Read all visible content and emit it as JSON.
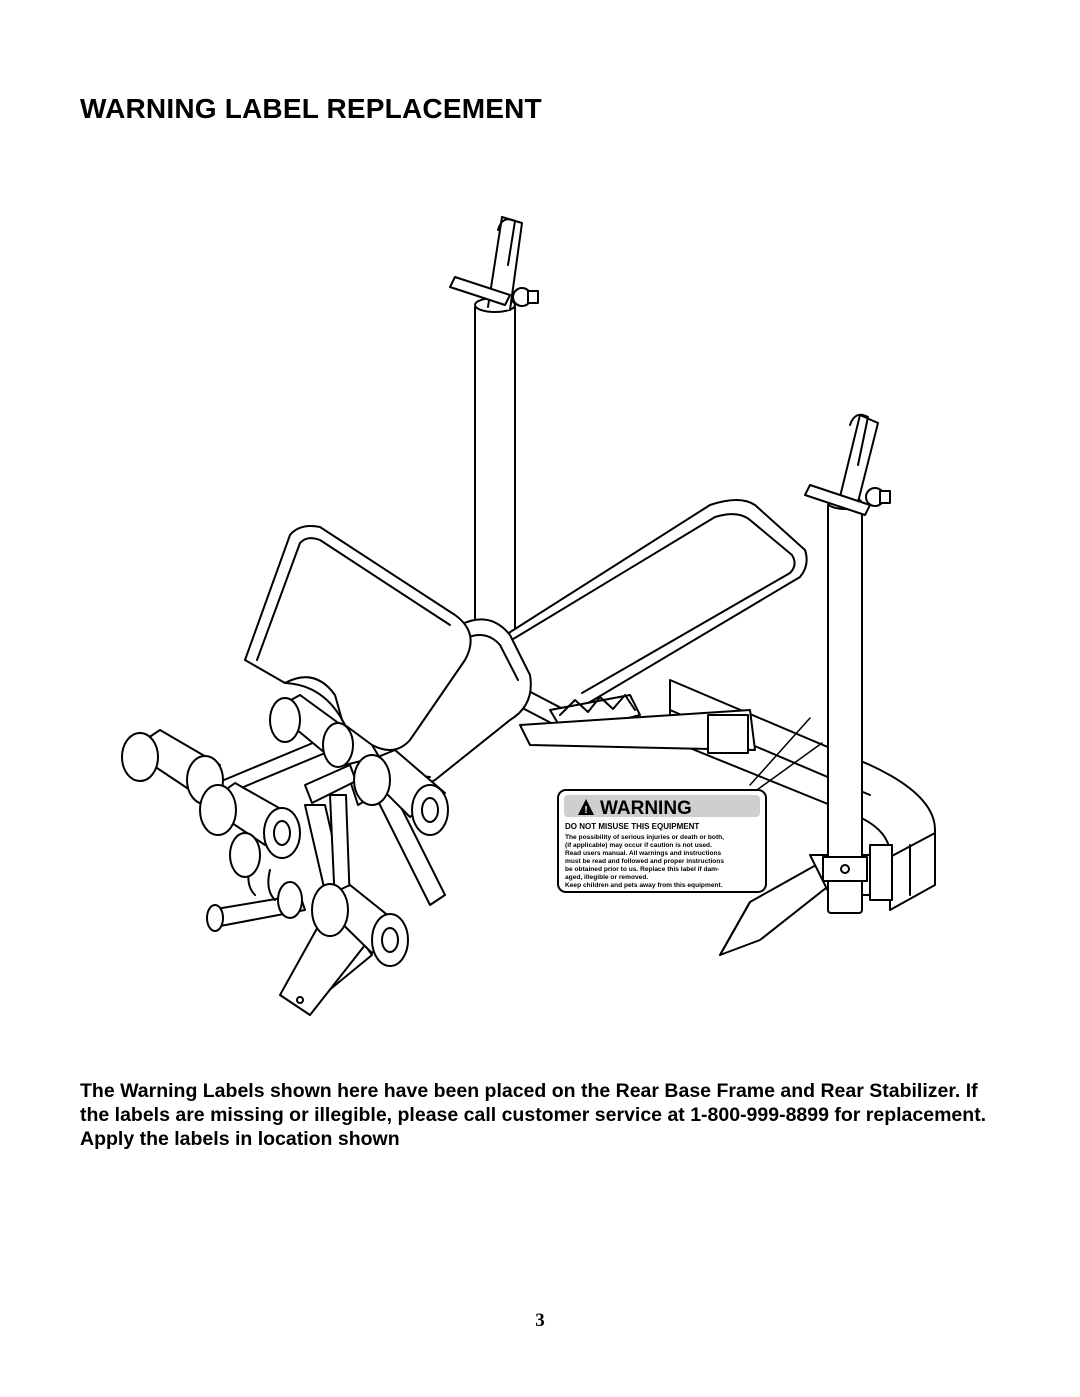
{
  "page": {
    "title": "WARNING LABEL REPLACEMENT",
    "body_text": "The Warning Labels shown here have been placed on the Rear Base Frame and Rear Stabilizer. If the labels are missing or illegible, please call customer service at 1-800-999-8899 for replacement. Apply the labels in location shown",
    "page_number": "3"
  },
  "figure": {
    "subject": "weight bench",
    "warning_label": {
      "heading": "WARNING",
      "subheading": "DO NOT MISUSE THIS EQUIPMENT",
      "lines": [
        "The possibility of serious injuries or death or both,",
        "(if applicable) may occur if caution is not used.",
        "Read users manual. All warnings and instructions",
        "must be read and followed and proper instructions",
        "be obtained prior to us. Replace this label if dam-",
        "aged, illegible or removed.",
        "Keep children and pets away from this equipment."
      ]
    }
  }
}
